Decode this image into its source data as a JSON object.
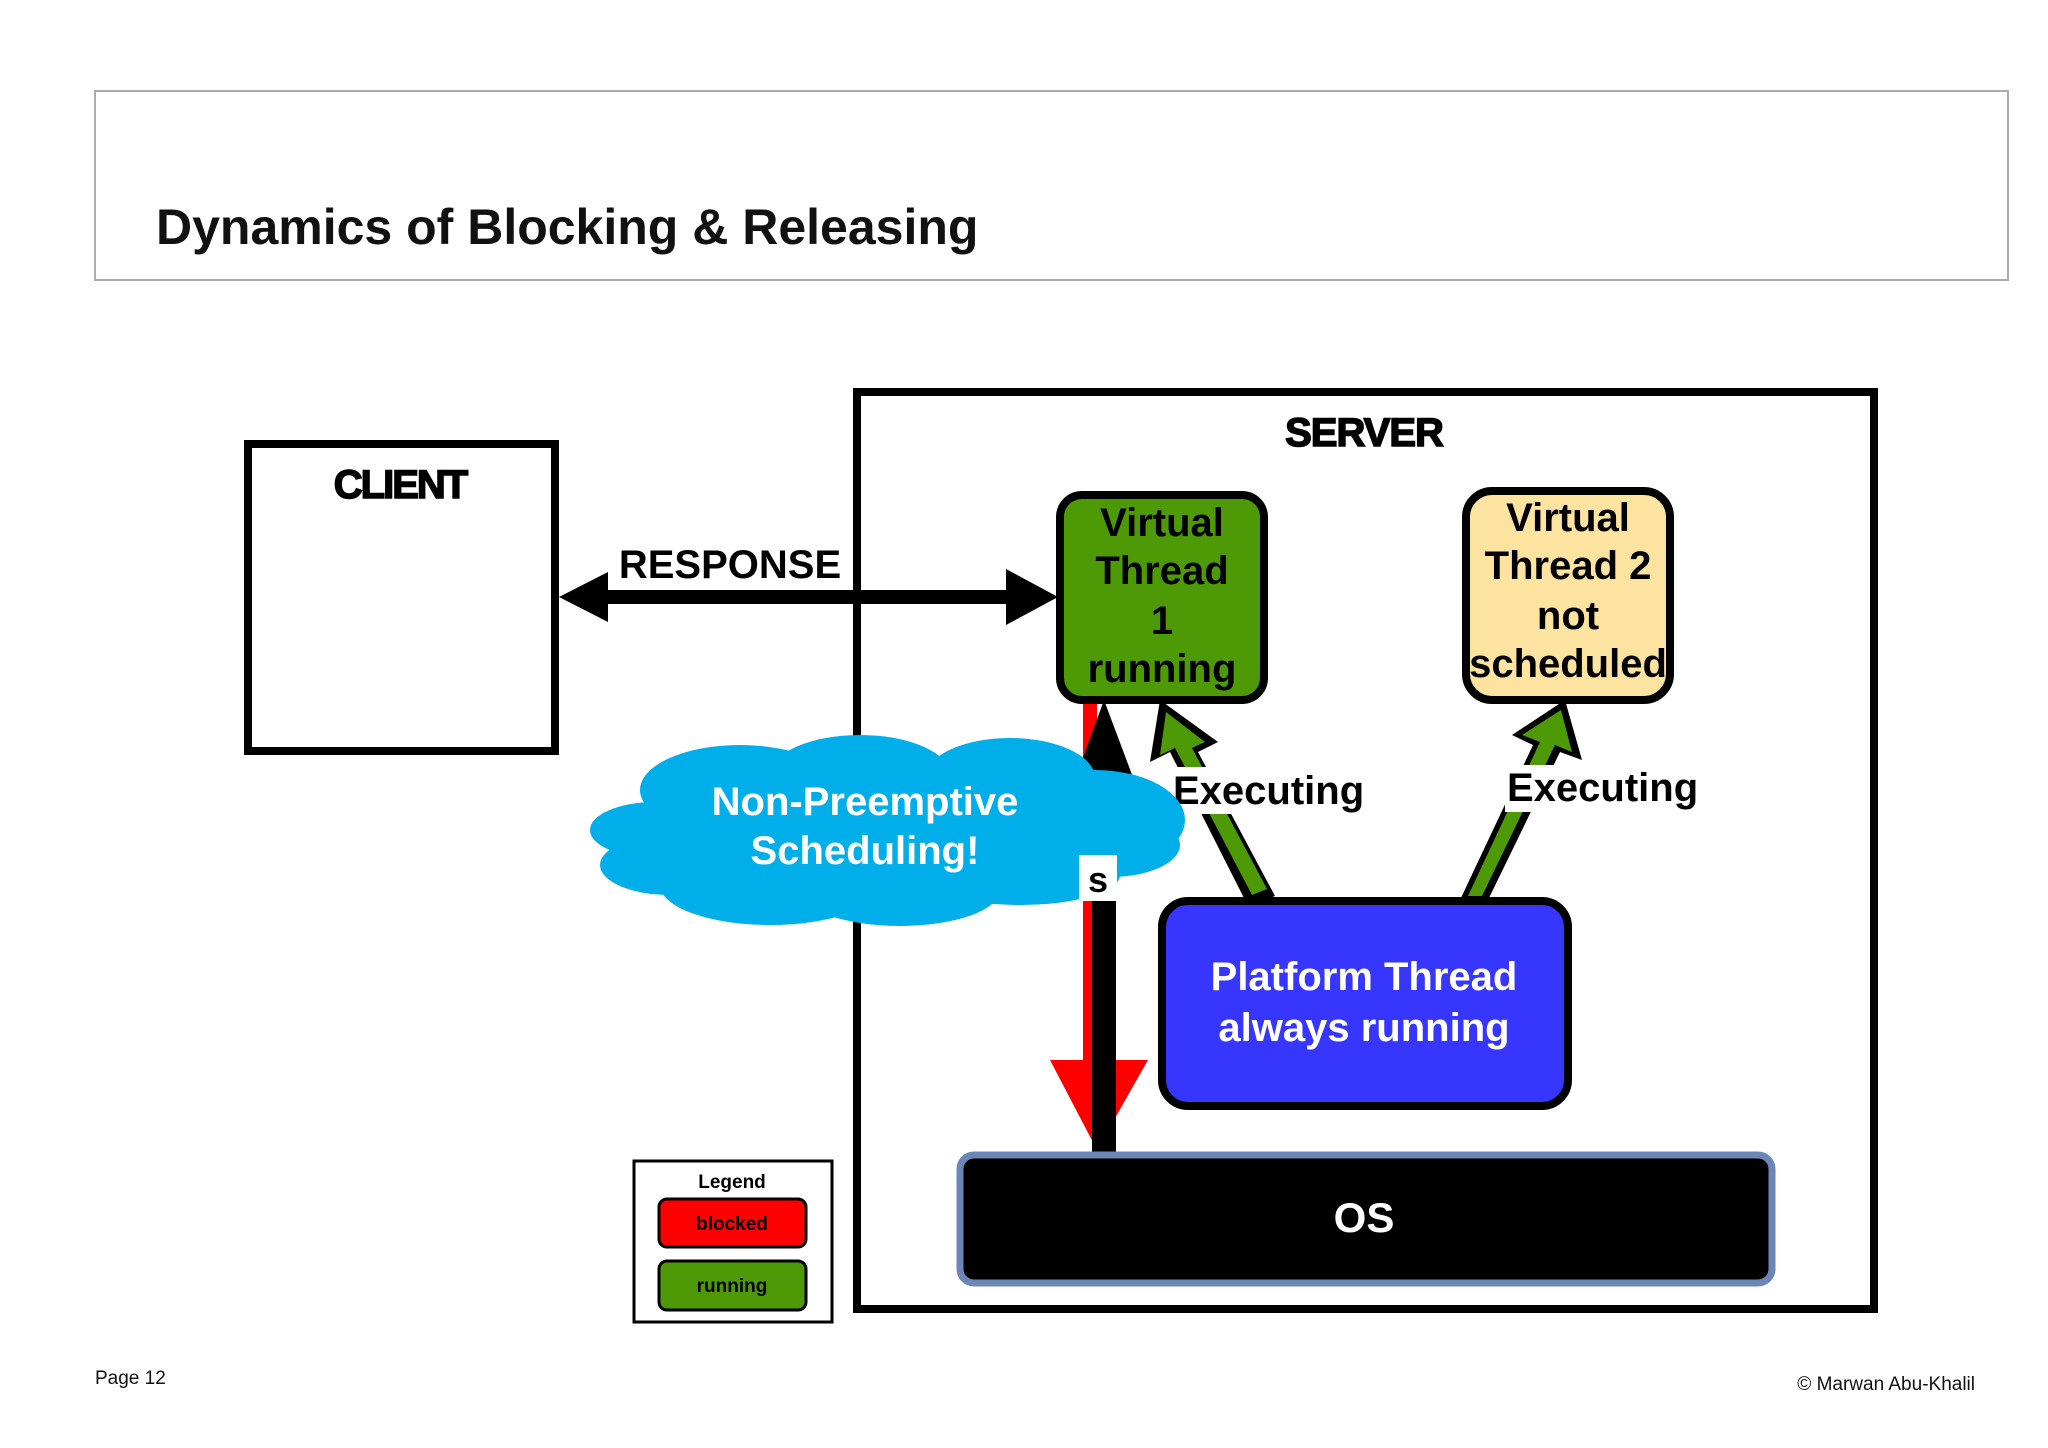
{
  "slide": {
    "title": "Dynamics of Blocking & Releasing"
  },
  "diagram": {
    "client_label": "CLIENT",
    "server_label": "SERVER",
    "response_label": "RESPONSE",
    "virtual_thread_1": [
      "Virtual",
      "Thread",
      "1",
      "running"
    ],
    "virtual_thread_2": [
      "Virtual",
      "Thread 2",
      "not",
      "scheduled"
    ],
    "platform_thread": [
      "Platform Thread",
      "always running"
    ],
    "os_label": "OS",
    "executing_label_1": "Executing",
    "executing_label_2": "Executing",
    "partial_label": "s",
    "cloud": [
      "Non-Preemptive",
      "Scheduling!"
    ],
    "colors": {
      "blocked": "#ff0000",
      "running": "#4e9a06",
      "not_scheduled": "#fde3a0",
      "platform": "#3636ff",
      "cloud": "#00aeea",
      "os_border": "#6b87b8"
    }
  },
  "legend": {
    "title": "Legend",
    "items": [
      "blocked",
      "running"
    ]
  },
  "footer": {
    "page": "Page 12",
    "copyright": "© Marwan Abu-Khalil"
  }
}
